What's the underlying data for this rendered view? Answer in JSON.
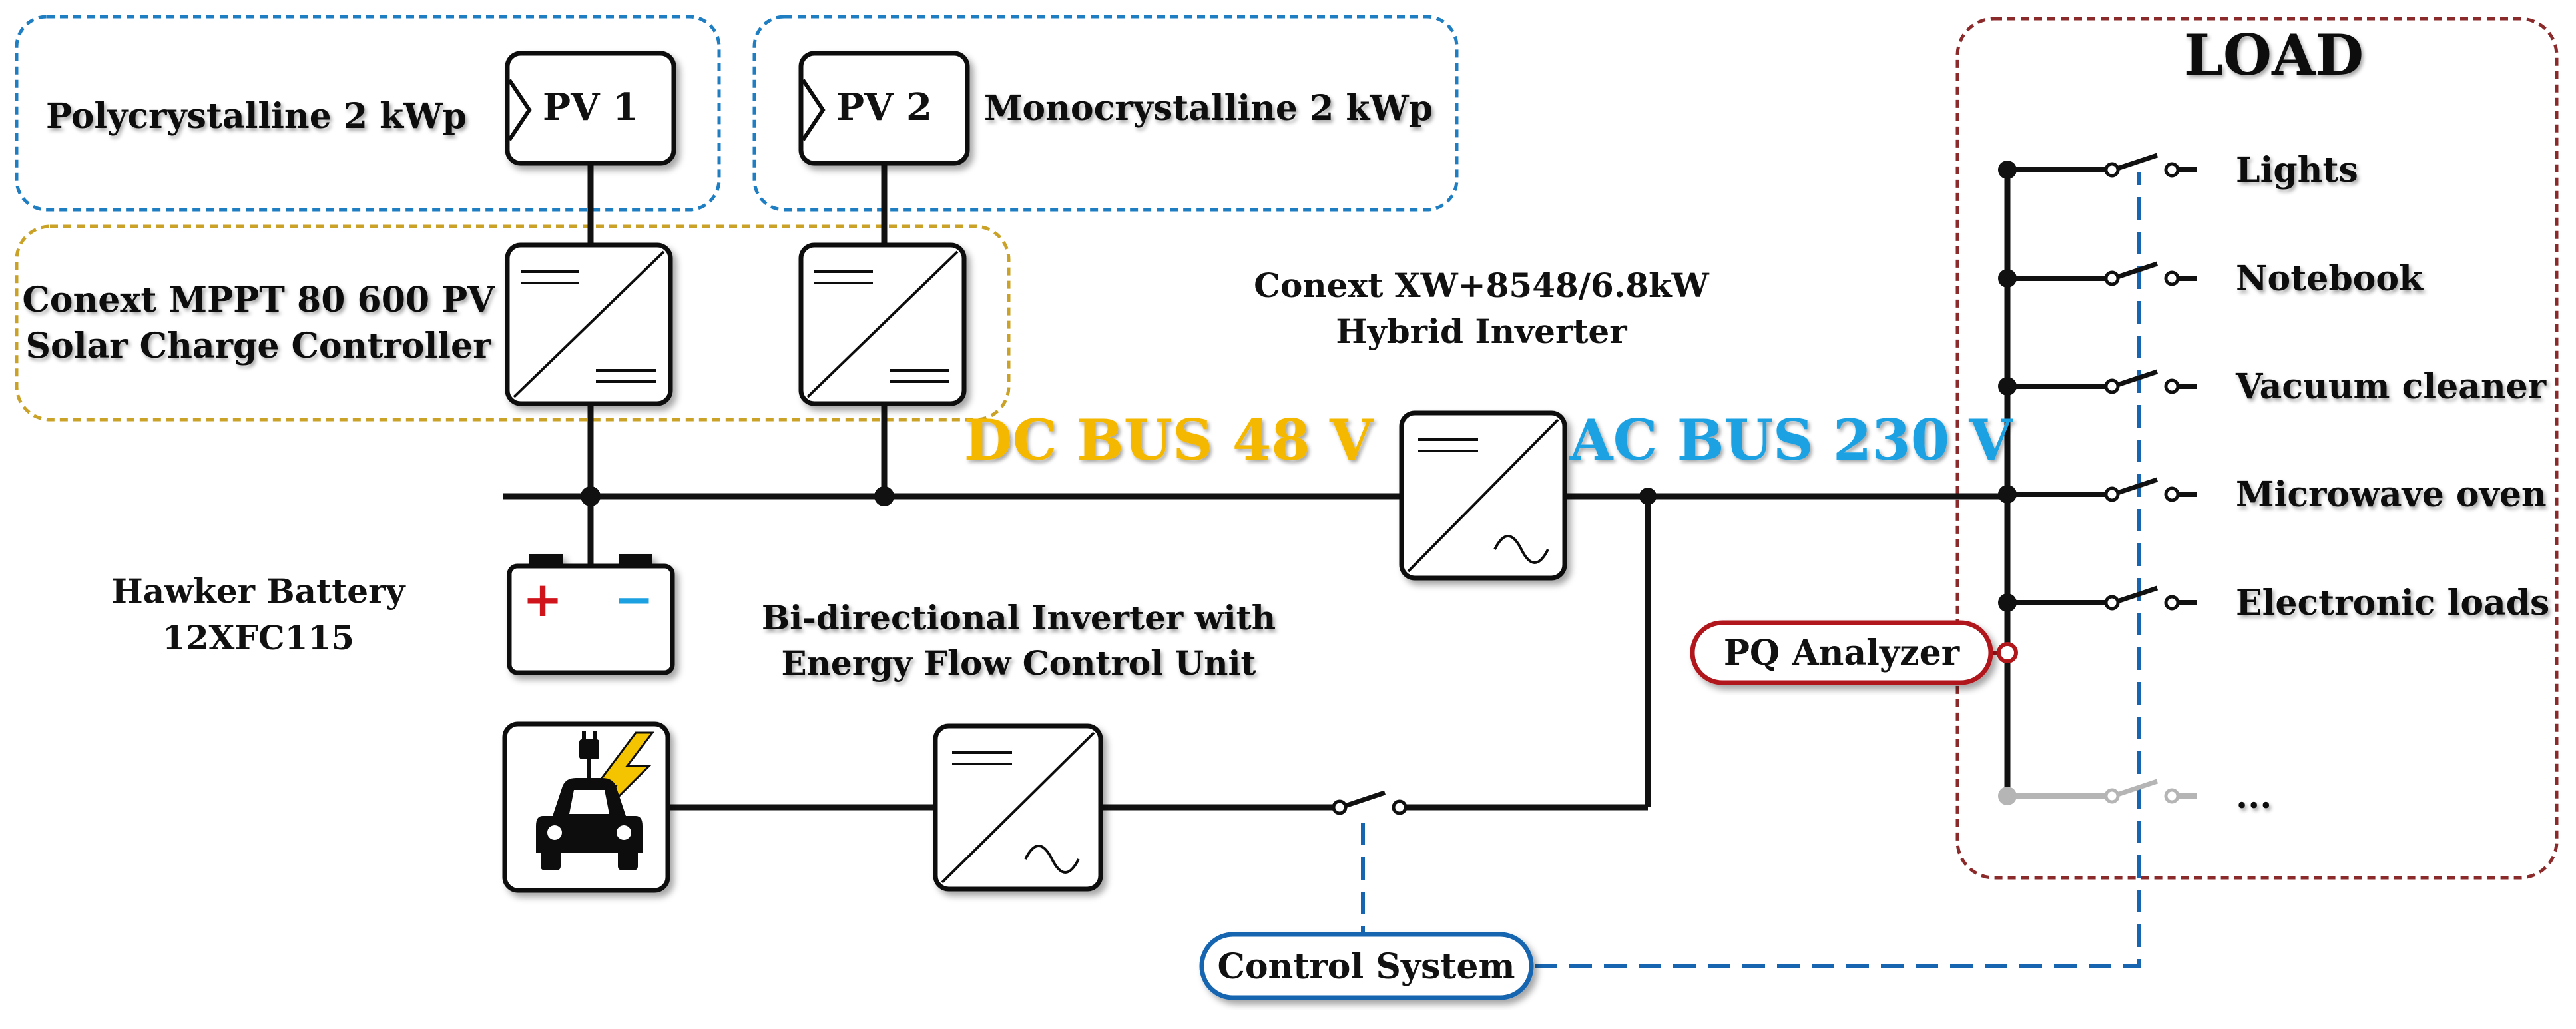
{
  "colors": {
    "dc_bus": "#f5b800",
    "ac_bus": "#1ba1e2",
    "pv_group_border": "#1f7ec2",
    "controller_group_border": "#c9a227",
    "load_border": "#8b2a2a",
    "pq_analyzer": "#b0161a",
    "control_link": "#1765b0",
    "battery_plus": "#d0141c",
    "battery_minus": "#1ba1e2",
    "ev_bolt": "#f5c400",
    "inactive_branch": "#b5b5b5"
  },
  "pv": {
    "pv1_label": "PV 1",
    "pv2_label": "PV 2",
    "pv1_desc": "Polycrystalline 2 kWp",
    "pv2_desc": "Monocrystalline 2 kWp",
    "icon": "pv-panel-icon"
  },
  "controller": {
    "label_line1": "Conext MPPT 80 600 PV",
    "label_line2": "Solar Charge Controller",
    "icon": "dc-dc-converter-icon"
  },
  "battery": {
    "label_line1": "Hawker Battery",
    "label_line2": "12XFC115",
    "plus": "+",
    "minus": "−",
    "icon": "battery-icon"
  },
  "hybrid_inverter": {
    "label_line1": "Conext XW+8548/6.8kW",
    "label_line2": "Hybrid Inverter",
    "icon": "dc-ac-inverter-icon"
  },
  "buses": {
    "dc": "DC BUS 48 V",
    "ac": "AC BUS 230 V"
  },
  "bidirectional_inverter": {
    "label_line1": "Bi-directional Inverter with",
    "label_line2": "Energy Flow Control Unit",
    "icon": "dc-ac-inverter-icon"
  },
  "ev": {
    "icon": "ev-charging-car-icon"
  },
  "load": {
    "title": "LOAD",
    "items": [
      "Lights",
      "Notebook",
      "Vacuum cleaner",
      "Microwave oven",
      "Electronic loads",
      "..."
    ]
  },
  "pq_analyzer": "PQ Analyzer",
  "control_system": "Control System"
}
